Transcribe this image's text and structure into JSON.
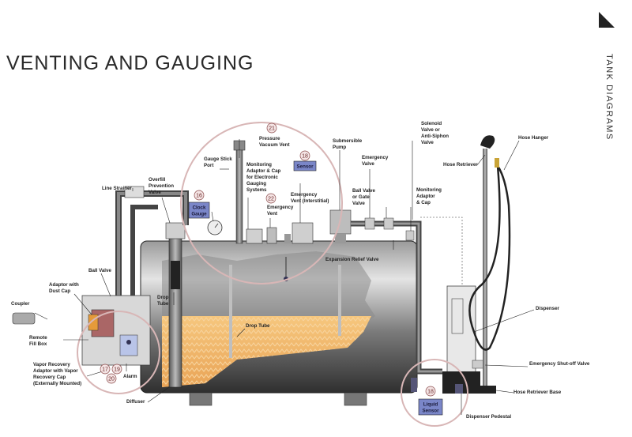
{
  "header": {
    "title": "VENTING AND GAUGING",
    "section": "TANK DIAGRAMS"
  },
  "labels": {
    "pressure_vacuum_vent": [
      "Pressure",
      "Vacuum Vent"
    ],
    "gauge_stick_port": [
      "Gauge Stick",
      "Port"
    ],
    "monitoring_adaptor_egs": [
      "Monitoring",
      "Adaptor & Cap",
      "for Electronic",
      "Gauging",
      "Systems"
    ],
    "emergency_vent": [
      "Emergency",
      "Vent"
    ],
    "sensor": "Sensor",
    "emergency_vent_interstitial": [
      "Emergency",
      "Vent (Interstitial)"
    ],
    "submersible_pump": [
      "Submersible",
      "Pump"
    ],
    "emergency_valve": [
      "Emergency",
      "Valve"
    ],
    "ball_or_gate_valve": [
      "Ball Valve",
      "or Gate",
      "Valve"
    ],
    "solenoid_valve": [
      "Solenoid",
      "Valve or",
      "Anti-Siphon",
      "Valve"
    ],
    "monitoring_adaptor": [
      "Monitoring",
      "Adaptor",
      "& Cap"
    ],
    "hose_hanger": "Hose Hanger",
    "hose_retriever": "Hose Retriever",
    "line_strainer": "Line Strainer",
    "overfill_valve": [
      "Overfill",
      "Prevention",
      "Valve"
    ],
    "clock_gauge": [
      "Clock",
      "Gauge"
    ],
    "expansion_relief_valve": "Expansion Relief Valve",
    "ball_valve": "Ball Valve",
    "adaptor_dust_cap": [
      "Adaptor with",
      "Dust Cap"
    ],
    "coupler": "Coupler",
    "drop_tube_left": [
      "Drop",
      "Tube"
    ],
    "drop_tube_center": "Drop Tube",
    "remote_fill_box": [
      "Remote",
      "Fill Box"
    ],
    "vapor_recovery": [
      "Vapor Recovery",
      "Adaptor with Vapor",
      "Recovery Cap",
      "(Externally Mounted)"
    ],
    "alarm": "Alarm",
    "diffuser": "Diffuser",
    "dispenser": "Dispenser",
    "emergency_shutoff_valve": "Emergency Shut-off Valve",
    "hose_retriever_base": "Hose Retriever Base",
    "liquid_sensor": [
      "Liquid",
      "Sensor"
    ],
    "dispenser_pedestal": "Dispenser Pedestal"
  },
  "numbers": {
    "n21": "21",
    "n18a": "18",
    "n16": "16",
    "n22": "22",
    "n17": "17",
    "n19": "19",
    "n20": "20",
    "n18b": "18"
  },
  "colors": {
    "tank_dark": "#3a3a3a",
    "tank_light": "#d9d9d9",
    "fuel": "#f0b86a",
    "highlight_circle": "#d8b6b6",
    "label_box": "#7a86c8"
  }
}
